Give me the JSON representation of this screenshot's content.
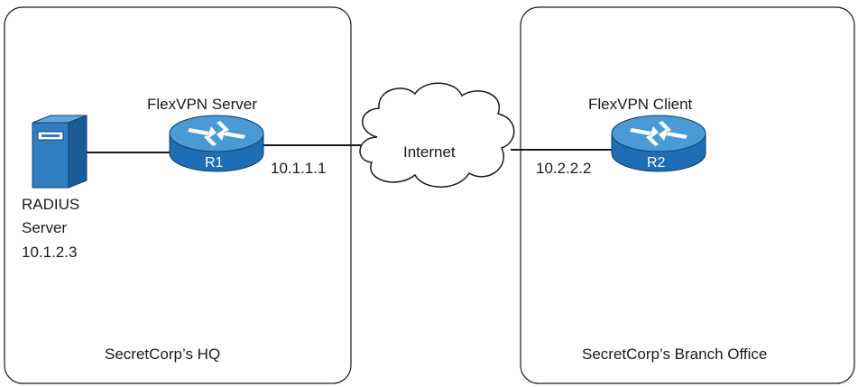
{
  "sites": {
    "hq": {
      "label": "SecretCorp’s HQ"
    },
    "branch": {
      "label": "SecretCorp’s Branch Office"
    }
  },
  "radius": {
    "line1": "RADIUS",
    "line2": "Server",
    "ip": "10.1.2.3",
    "icon": "server-icon"
  },
  "r1": {
    "title": "FlexVPN Server",
    "name": "R1",
    "ip": "10.1.1.1",
    "icon": "router-icon"
  },
  "r2": {
    "title": "FlexVPN Client",
    "name": "R2",
    "ip": "10.2.2.2",
    "icon": "router-icon"
  },
  "internet": {
    "label": "Internet",
    "icon": "cloud-icon"
  },
  "colors": {
    "router_top": "#4a9ad6",
    "router_body": "#1f6eb5",
    "server_body": "#2f7ec2",
    "server_side": "#1b5c98",
    "cloud_fill": "#ffffff",
    "line": "#1a1a1a"
  }
}
